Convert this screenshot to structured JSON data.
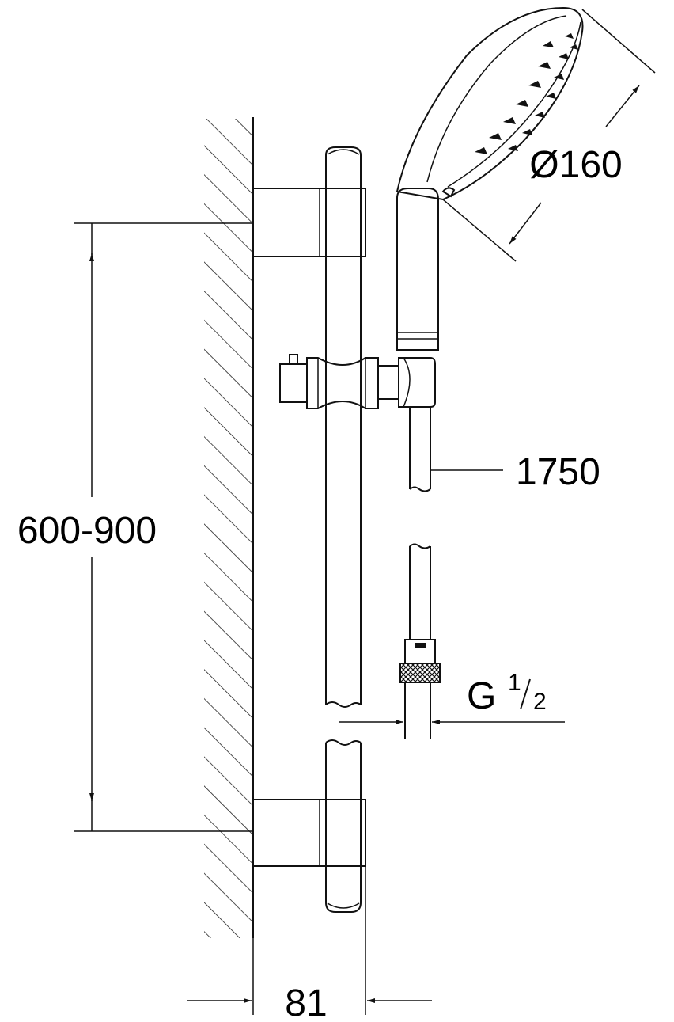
{
  "dimensions": {
    "height_range": "600-900",
    "hose_length": "1750",
    "head_diameter": "Ø160",
    "connection_thread_base": "G",
    "connection_thread_num": "1",
    "connection_thread_den": "2",
    "wall_offset": "81"
  }
}
